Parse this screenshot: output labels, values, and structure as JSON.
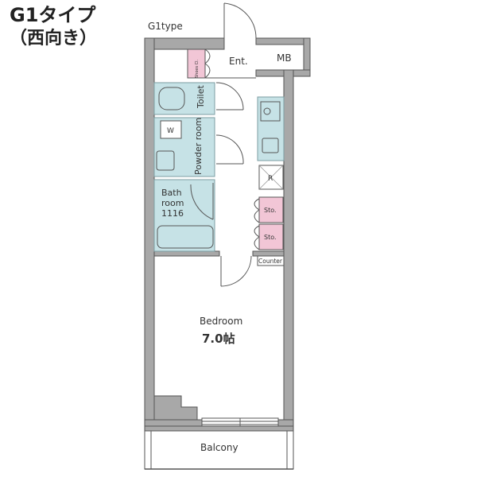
{
  "heading": {
    "title": "G1タイプ",
    "subtitle": "（西向き）"
  },
  "plan": {
    "type_label": "G1type",
    "rooms": {
      "entrance": "Ent.",
      "mb": "MB",
      "shoes_closet": "Shoes Cl.",
      "toilet": "Toilet",
      "powder_room": "Powder room",
      "washer": "W",
      "bathroom_line1": "Bath",
      "bathroom_line2": "room",
      "bathroom_size": "1116",
      "fridge": "R",
      "storage_1": "Sto.",
      "storage_2": "Sto.",
      "counter": "Counter",
      "bedroom": "Bedroom",
      "bedroom_size": "7.0帖",
      "balcony": "Balcony"
    },
    "colors": {
      "wall": "#a8a8a8",
      "wet_area": "#c6e2e6",
      "wet_area_stroke": "#7c9ea3",
      "storage": "#f2c6d6",
      "line": "#555555"
    }
  }
}
